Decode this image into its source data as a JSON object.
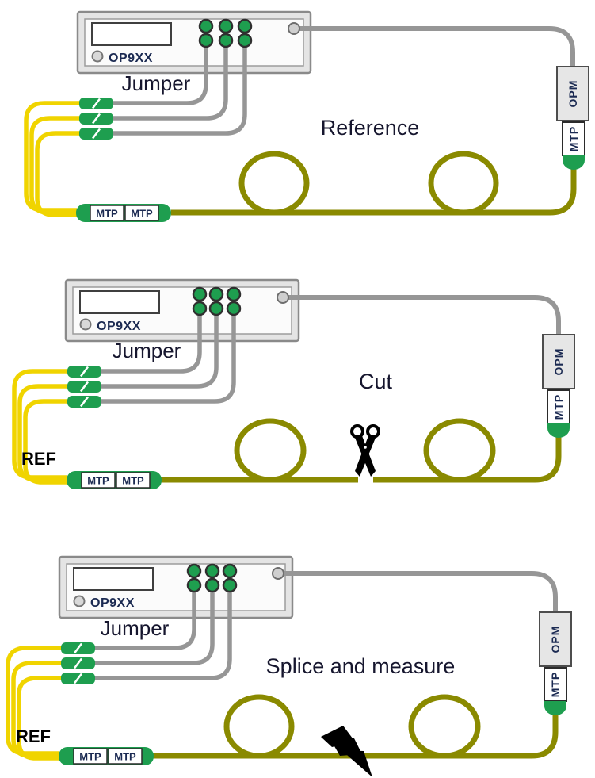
{
  "title": "MTP fiber-optic loss test procedure diagram",
  "colors": {
    "fiber_yellow": "#F0D400",
    "fiber_olive": "#8A8A00",
    "connector_green": "#1E9E4F",
    "cable_gray": "#969696",
    "device_gray": "#E4E4E4",
    "label_color": "#16162E",
    "device_text_color": "#1B2A52"
  },
  "panels": [
    {
      "stage_label": "Reference",
      "device_label": "OP9XX",
      "jumper_label": "Jumper",
      "adapter_label_left": "MTP",
      "adapter_label_right": "MTP",
      "meter_label": "OPM",
      "meter_port_label": "MTP",
      "icon": "none"
    },
    {
      "stage_label": "Cut",
      "device_label": "OP9XX",
      "jumper_label": "Jumper",
      "ref_label": "REF",
      "adapter_label_left": "MTP",
      "adapter_label_right": "MTP",
      "meter_label": "OPM",
      "meter_port_label": "MTP",
      "icon": "scissors-icon"
    },
    {
      "stage_label": "Splice and measure",
      "device_label": "OP9XX",
      "jumper_label": "Jumper",
      "ref_label": "REF",
      "adapter_label_left": "MTP",
      "adapter_label_right": "MTP",
      "meter_label": "OPM",
      "meter_port_label": "MTP",
      "icon": "lightning-bolt-icon"
    }
  ]
}
